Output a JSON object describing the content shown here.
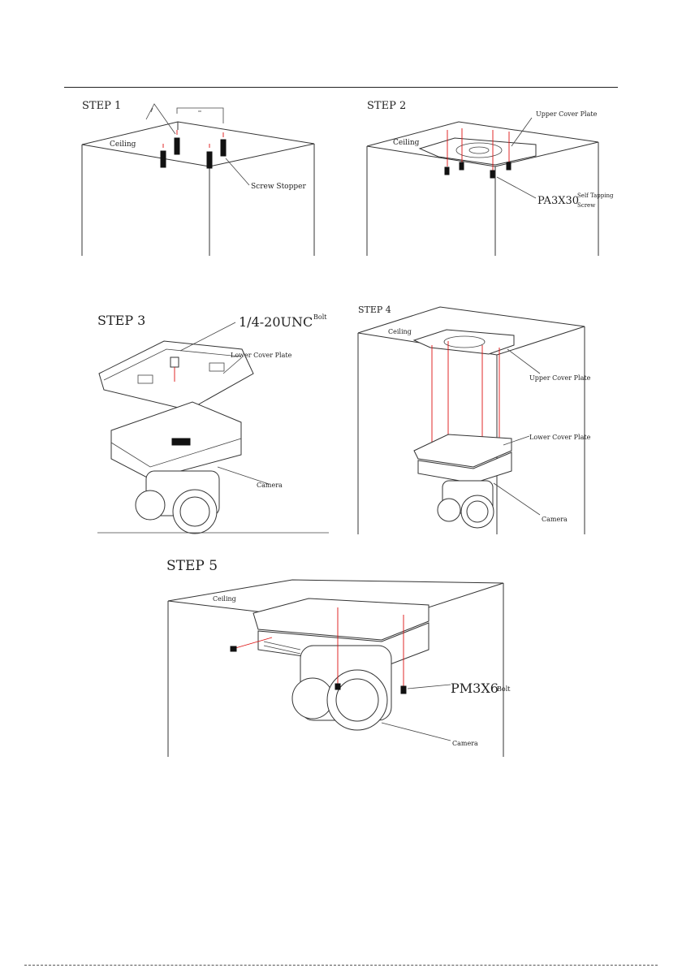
{
  "steps": [
    {
      "title": "STEP 1",
      "labels": {
        "ceiling": "Ceiling",
        "screw_stopper": "Screw Stopper"
      }
    },
    {
      "title": "STEP 2",
      "labels": {
        "ceiling": "Ceiling",
        "upper_cover_plate": "Upper Cover Plate",
        "screw_code": "PA3X30",
        "screw_desc_1": "Self Tapping",
        "screw_desc_2": "Screw"
      }
    },
    {
      "title": "STEP 3",
      "labels": {
        "bolt_code": "1/4-20UNC",
        "bolt_desc": "Bolt",
        "lower_cover_plate": "Lower Cover Plate",
        "camera": "Camera"
      }
    },
    {
      "title": "STEP 4",
      "labels": {
        "ceiling": "Ceiling",
        "upper_cover_plate": "Upper Cover Plate",
        "lower_cover_plate": "Lower Cover Plate",
        "camera": "Camera"
      }
    },
    {
      "title": "STEP 5",
      "labels": {
        "ceiling": "Ceiling",
        "bolt_code": "PM3X6",
        "bolt_desc": "Bolt",
        "camera": "Camera"
      }
    }
  ]
}
